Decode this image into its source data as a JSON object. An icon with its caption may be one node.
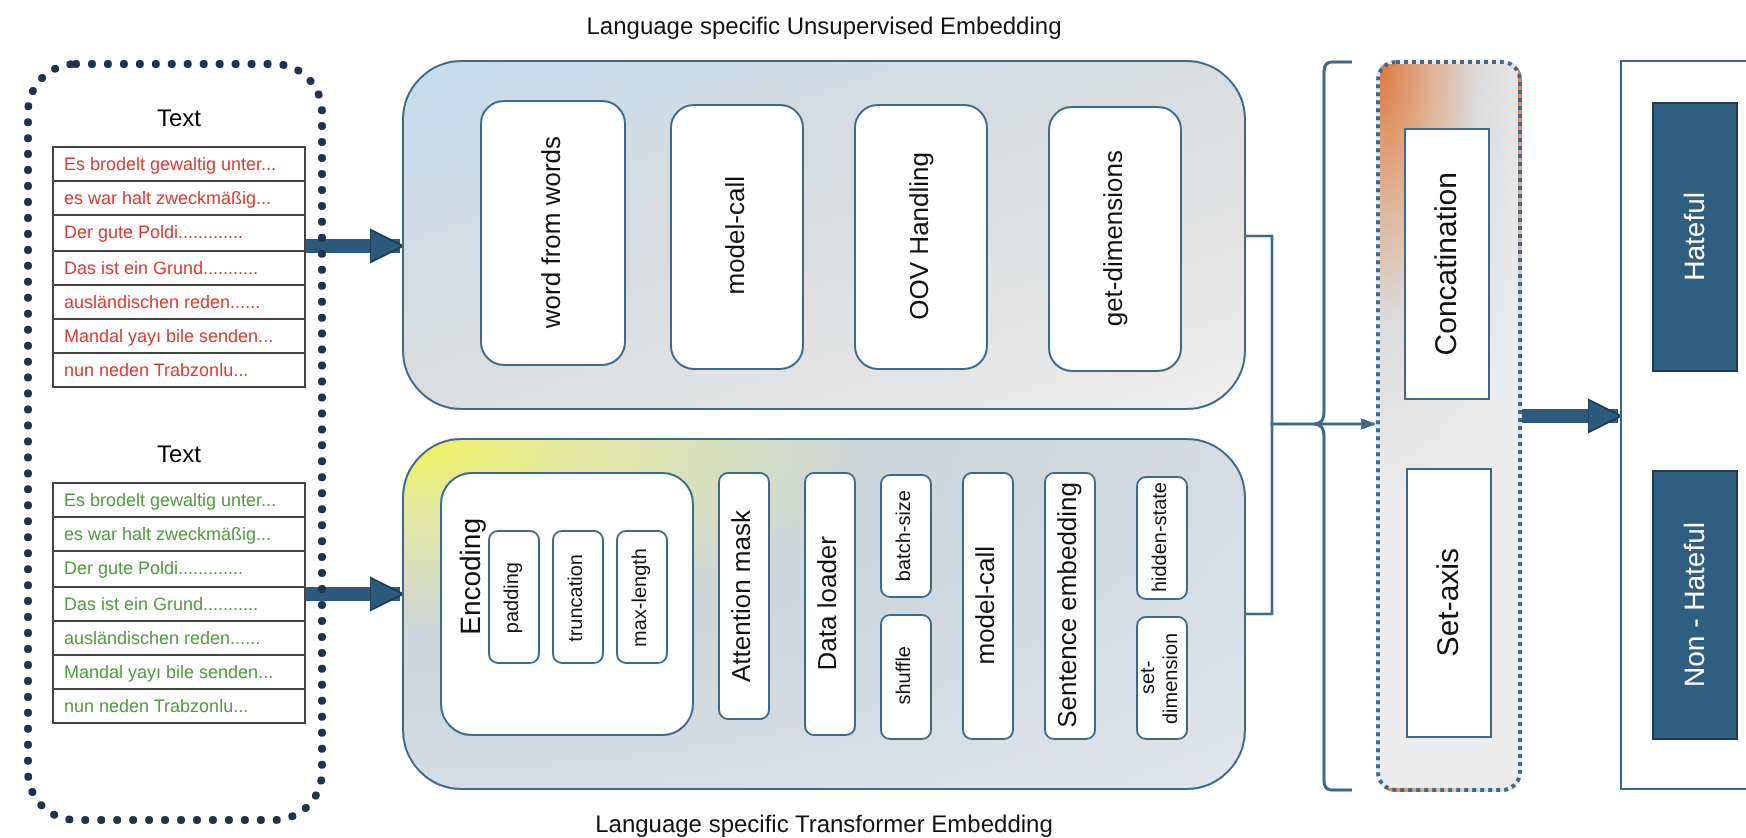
{
  "diagram": {
    "nodes": [
      {
        "text": [],
        "shape": "box"
      },
      {
        "text": [
          "Text",
          "Es brodelt gewaltig unter...",
          "es war halt zweckmäßig...",
          "Der gute Poldi.............",
          "Das ist ein Grund...........",
          "ausländischen reden......",
          "Mandal yayı bile senden...",
          "nun neden Trabzonlu..."
        ],
        "in": 0
      },
      {
        "text": [
          "Text",
          "Es brodelt gewaltig unter...",
          "es war halt zweckmäßig...",
          "Der gute Poldi.............",
          "Das ist ein Grund...........",
          "ausländischen reden......",
          "Mandal yayı bile senden...",
          "nun neden Trabzonlu..."
        ],
        "in": 0
      },
      {
        "text": [
          "Language specific Unsupervised Embedding"
        ]
      },
      {
        "text": [
          "word from words"
        ],
        "in": 3
      },
      {
        "text": [
          "model-call"
        ],
        "in": 3
      },
      {
        "text": [
          "OOV Handling"
        ],
        "in": 3
      },
      {
        "text": [
          "get-dimensions"
        ],
        "in": 3
      },
      {
        "text": [
          "Language specific Transformer Embedding"
        ]
      },
      {
        "text": [
          "Encoding"
        ],
        "in": 8
      },
      {
        "text": [
          "padding"
        ],
        "in": 9
      },
      {
        "text": [
          "truncation"
        ],
        "in": 9
      },
      {
        "text": [
          "max-length"
        ],
        "in": 9
      },
      {
        "text": [
          "Attention mask"
        ],
        "in": 8
      },
      {
        "text": [
          "Data loader"
        ],
        "in": 8
      },
      {
        "text": [
          "batch-size"
        ],
        "in": 8
      },
      {
        "text": [
          "shuffle"
        ],
        "in": 8
      },
      {
        "text": [
          "model-call"
        ],
        "in": 8
      },
      {
        "text": [
          "Sentence embedding"
        ],
        "in": 8
      },
      {
        "text": [
          "hidden-state"
        ],
        "in": 8
      },
      {
        "text": [
          "set-dimension"
        ],
        "in": 8
      },
      {
        "text": [],
        "shape": "box"
      },
      {
        "text": [
          "Concatination"
        ],
        "in": 21
      },
      {
        "text": [
          "Set-axis"
        ],
        "in": 21
      },
      {
        "text": [],
        "shape": "box"
      },
      {
        "text": [
          "Hateful"
        ],
        "in": 24
      },
      {
        "text": [
          "Non - Hateful"
        ],
        "in": 24
      }
    ],
    "edges": [
      {
        "from": 1,
        "to": 3,
        "arrow": "to"
      },
      {
        "from": 2,
        "to": 8,
        "arrow": "to"
      },
      {
        "from": 3,
        "to": 21,
        "arrow": "to"
      },
      {
        "from": 8,
        "to": 21,
        "arrow": "to"
      },
      {
        "from": 21,
        "to": 24,
        "arrow": "to"
      }
    ]
  }
}
